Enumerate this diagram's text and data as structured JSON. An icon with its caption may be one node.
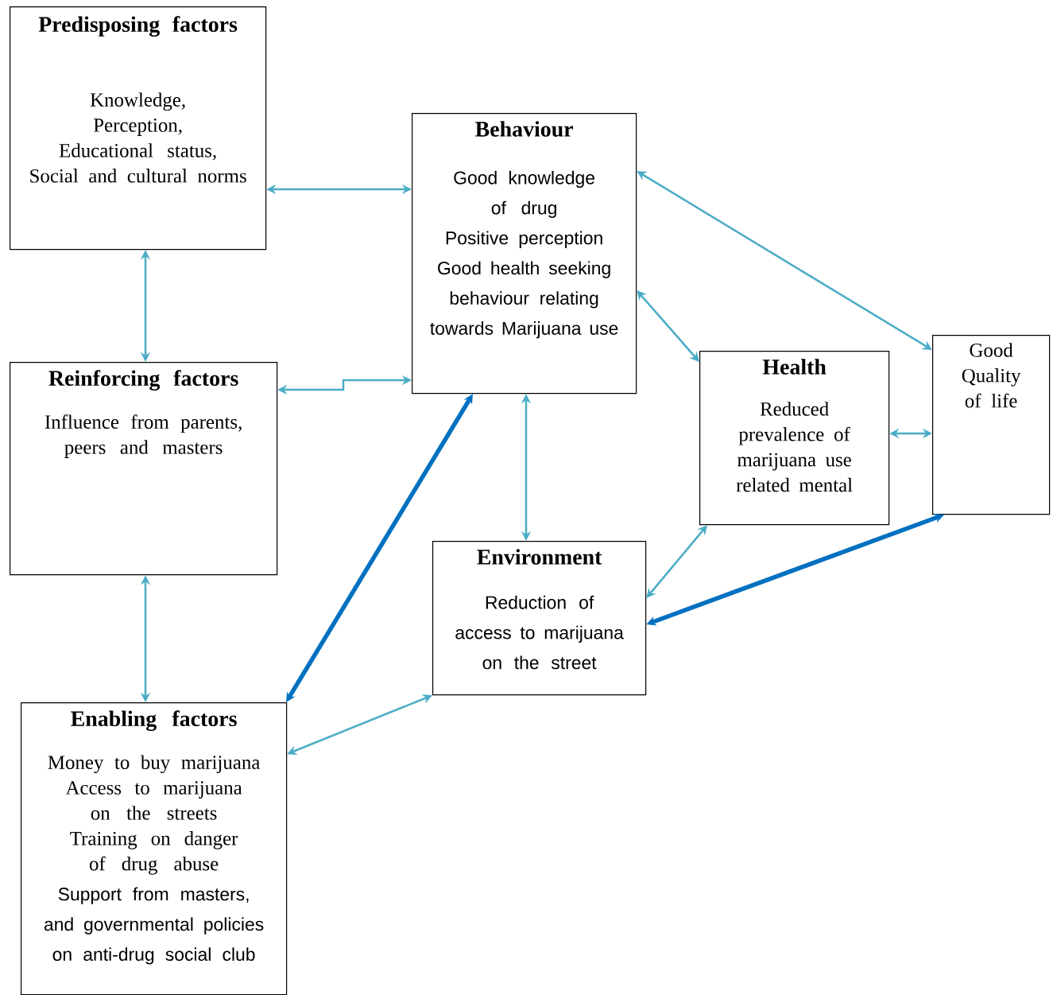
{
  "diagram": {
    "nodes": [
      {
        "text": [
          "Predisposing factors",
          "Knowledge,",
          "Perception,",
          "Educational status,",
          "Social and cultural norms"
        ]
      },
      {
        "text": [
          "Behaviour",
          "Good knowledge of drug",
          "Positive perception",
          "Good health seeking behaviour relating towards Marijuana use"
        ]
      },
      {
        "text": [
          "Reinforcing factors",
          "Influence from parents, peers and masters"
        ]
      },
      {
        "text": [
          "Health",
          "Reduced prevalence of marijuana use related mental"
        ]
      },
      {
        "text": [
          "Good Quality of life"
        ]
      },
      {
        "text": [
          "Environment",
          "Reduction of access to marijuana on the street"
        ]
      },
      {
        "text": [
          "Enabling factors",
          "Money to buy marijuana",
          "Access to marijuana on the streets",
          "Training on danger of drug abuse",
          "Support from masters, and governmental policies on anti-drug social club"
        ]
      }
    ],
    "edges": [
      {
        "from": 0,
        "to": 1,
        "arrow": "both"
      },
      {
        "from": 0,
        "to": 2,
        "arrow": "both"
      },
      {
        "from": 2,
        "to": 1,
        "arrow": "both"
      },
      {
        "from": 1,
        "to": 4,
        "arrow": "both"
      },
      {
        "from": 1,
        "to": 3,
        "arrow": "both"
      },
      {
        "from": 1,
        "to": 5,
        "arrow": "both"
      },
      {
        "from": 2,
        "to": 6,
        "arrow": "both"
      },
      {
        "from": 3,
        "to": 4,
        "arrow": "both"
      },
      {
        "from": 3,
        "to": 5,
        "arrow": "both"
      },
      {
        "from": 4,
        "to": 5,
        "arrow": "both",
        "style": "thick",
        "color": "#0070c0"
      },
      {
        "from": 1,
        "to": 6,
        "arrow": "both",
        "style": "thick",
        "color": "#0070c0"
      },
      {
        "from": 6,
        "to": 5,
        "arrow": "both"
      }
    ]
  }
}
